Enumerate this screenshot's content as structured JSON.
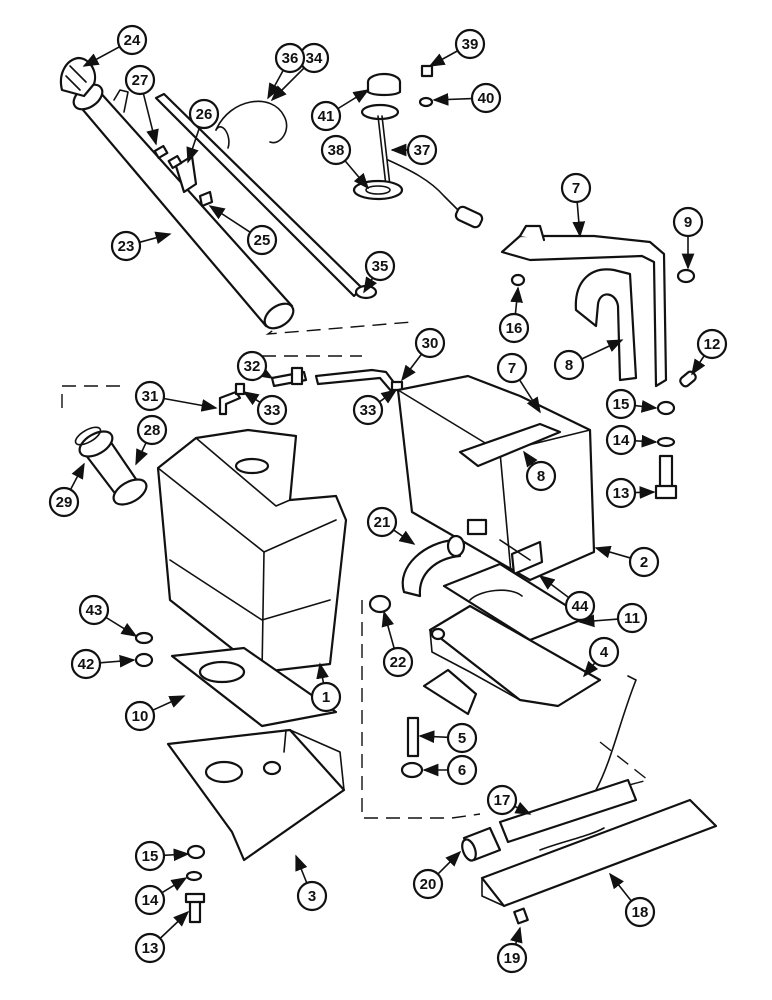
{
  "callouts": [
    "1",
    "2",
    "3",
    "4",
    "5",
    "6",
    "7",
    "7",
    "8",
    "8",
    "9",
    "10",
    "11",
    "12",
    "13",
    "13",
    "14",
    "14",
    "15",
    "15",
    "16",
    "17",
    "18",
    "19",
    "20",
    "21",
    "22",
    "23",
    "24",
    "25",
    "26",
    "27",
    "28",
    "29",
    "30",
    "31",
    "32",
    "33",
    "33",
    "34",
    "35",
    "36",
    "37",
    "38",
    "39",
    "40",
    "41",
    "42",
    "43",
    "44"
  ]
}
